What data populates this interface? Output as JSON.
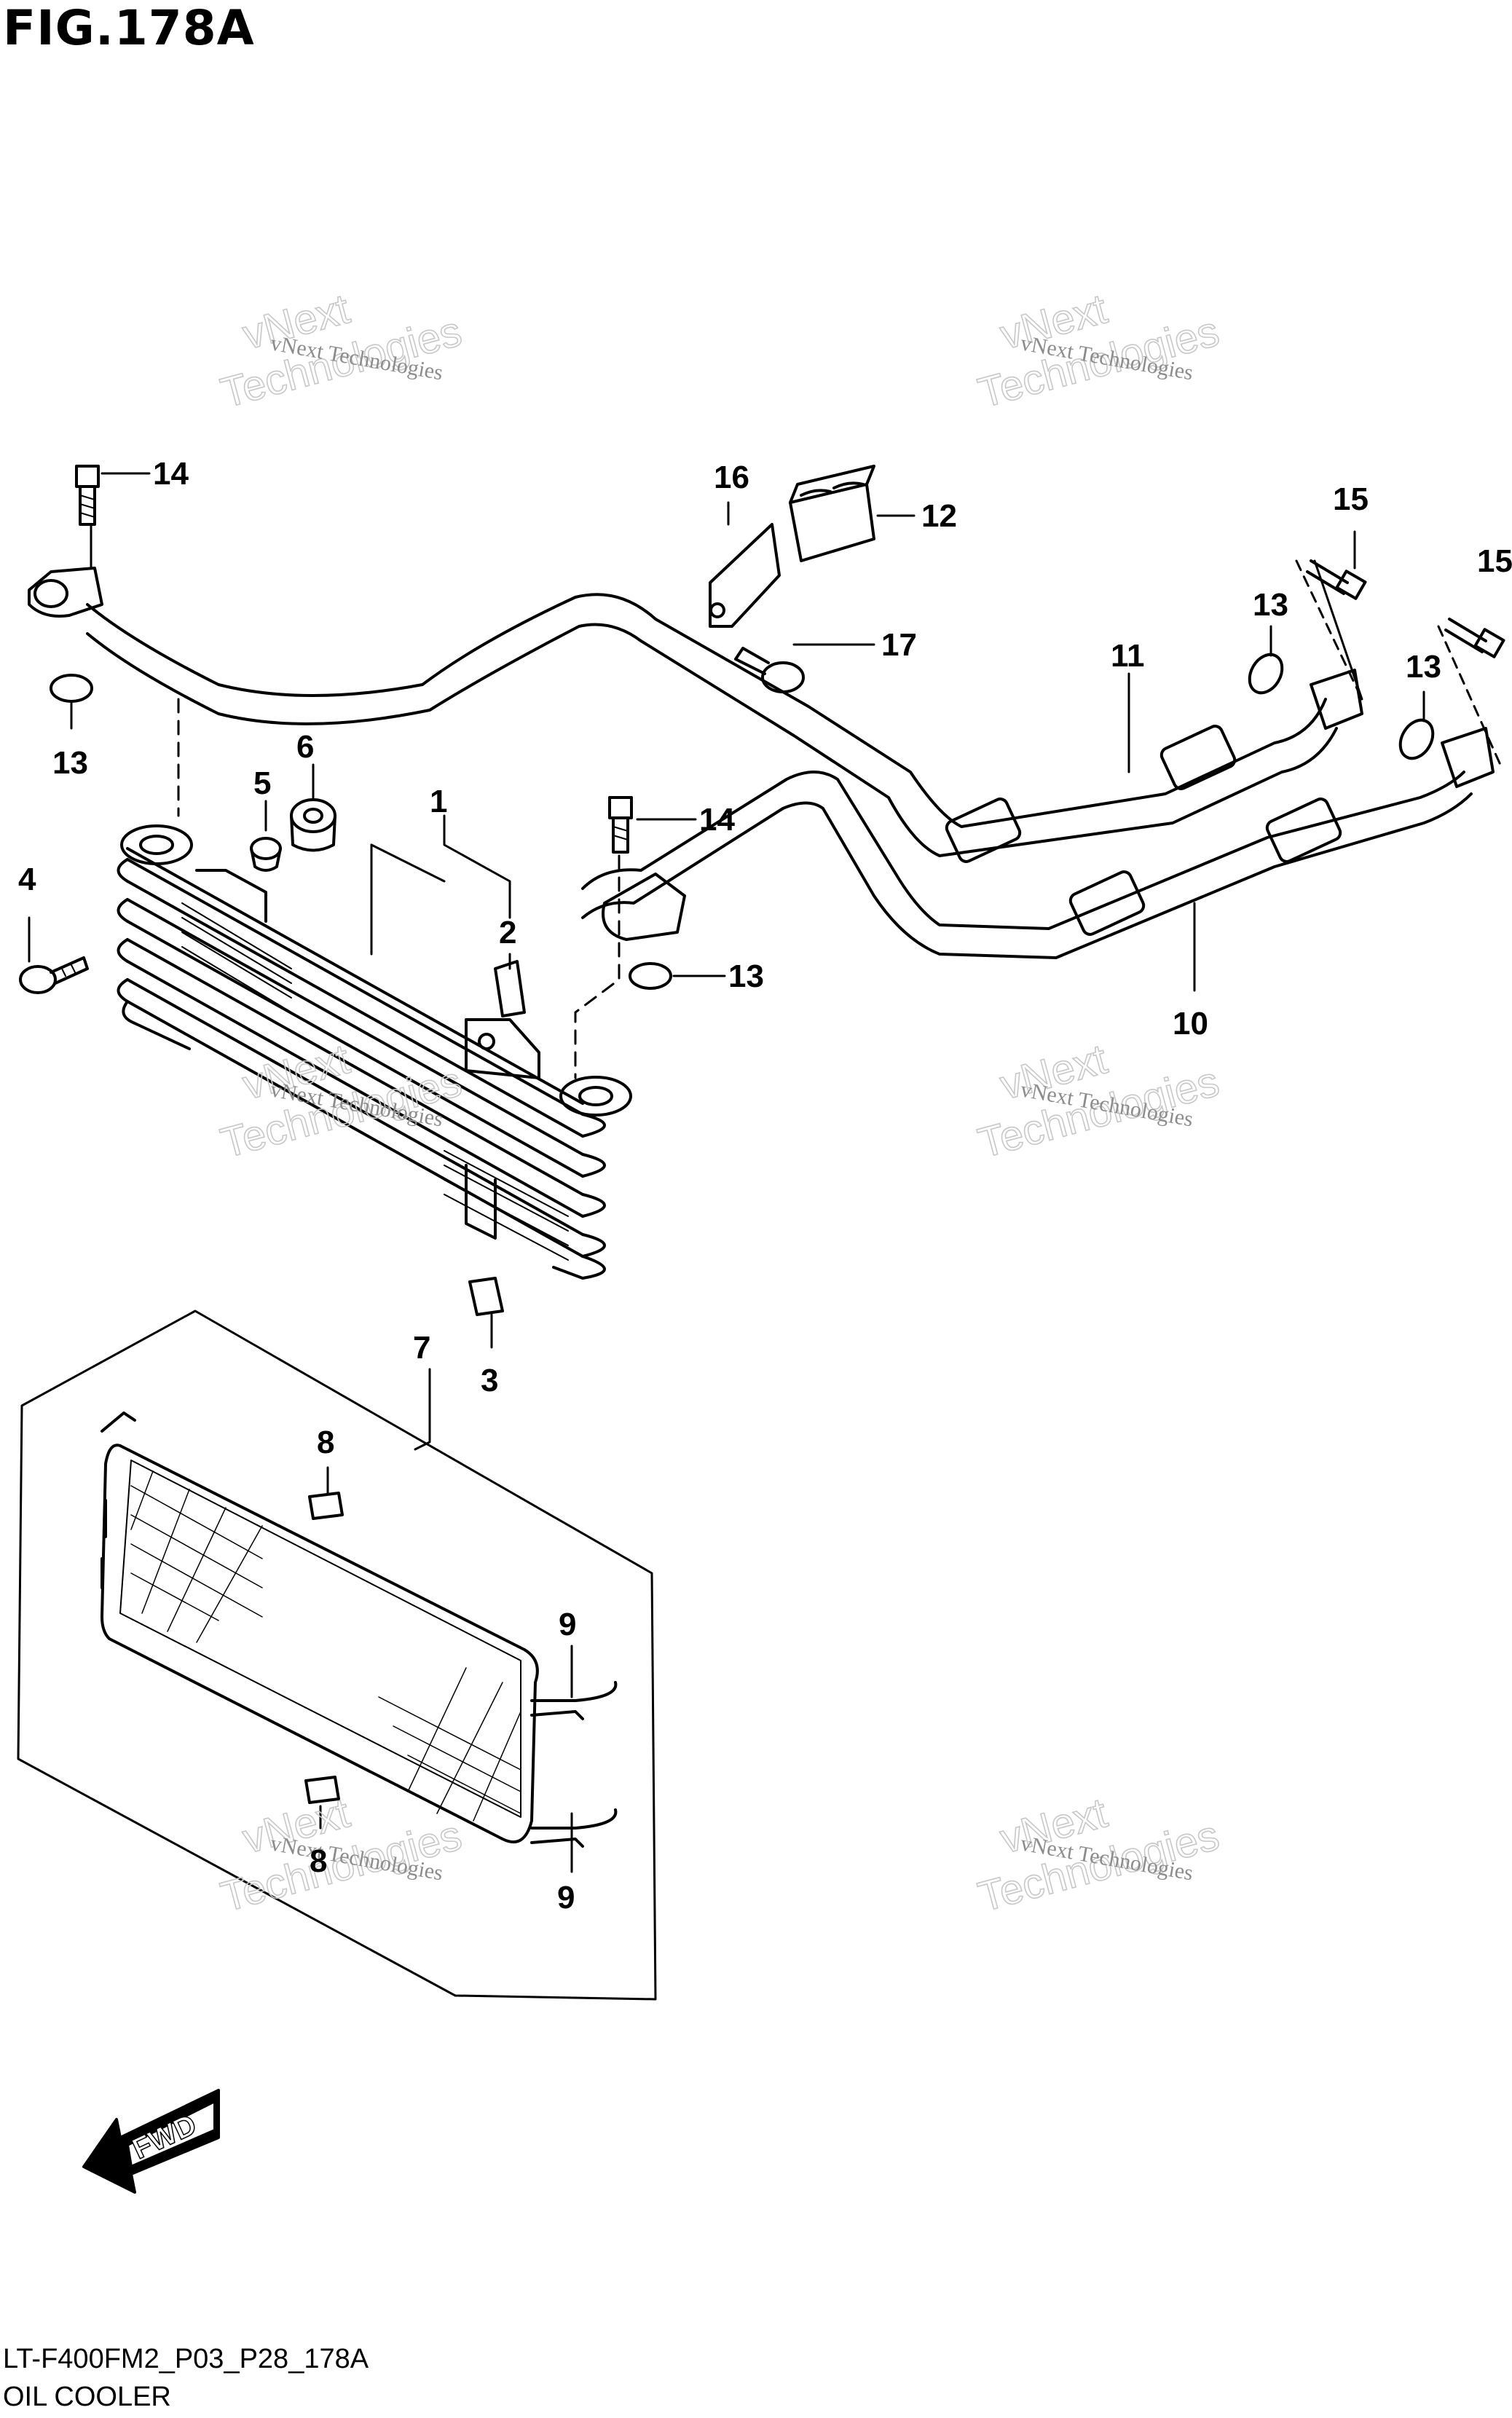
{
  "figure": {
    "title": "FIG.178A",
    "code": "LT-F400FM2_P03_P28_178A",
    "name": "OIL COOLER"
  },
  "watermark": {
    "line1": "vNext Technologies",
    "line2": "vNext",
    "line3": "Technologies"
  },
  "fwd_label": "FWD",
  "callouts": {
    "c1": "1",
    "c2": "2",
    "c3": "3",
    "c4": "4",
    "c5": "5",
    "c6": "6",
    "c7": "7",
    "c8a": "8",
    "c8b": "8",
    "c9a": "9",
    "c9b": "9",
    "c10": "10",
    "c11": "11",
    "c12": "12",
    "c13a": "13",
    "c13b": "13",
    "c13c": "13",
    "c13d": "13",
    "c14a": "14",
    "c14b": "14",
    "c15a": "15",
    "c15b": "15",
    "c16": "16",
    "c17": "17"
  }
}
